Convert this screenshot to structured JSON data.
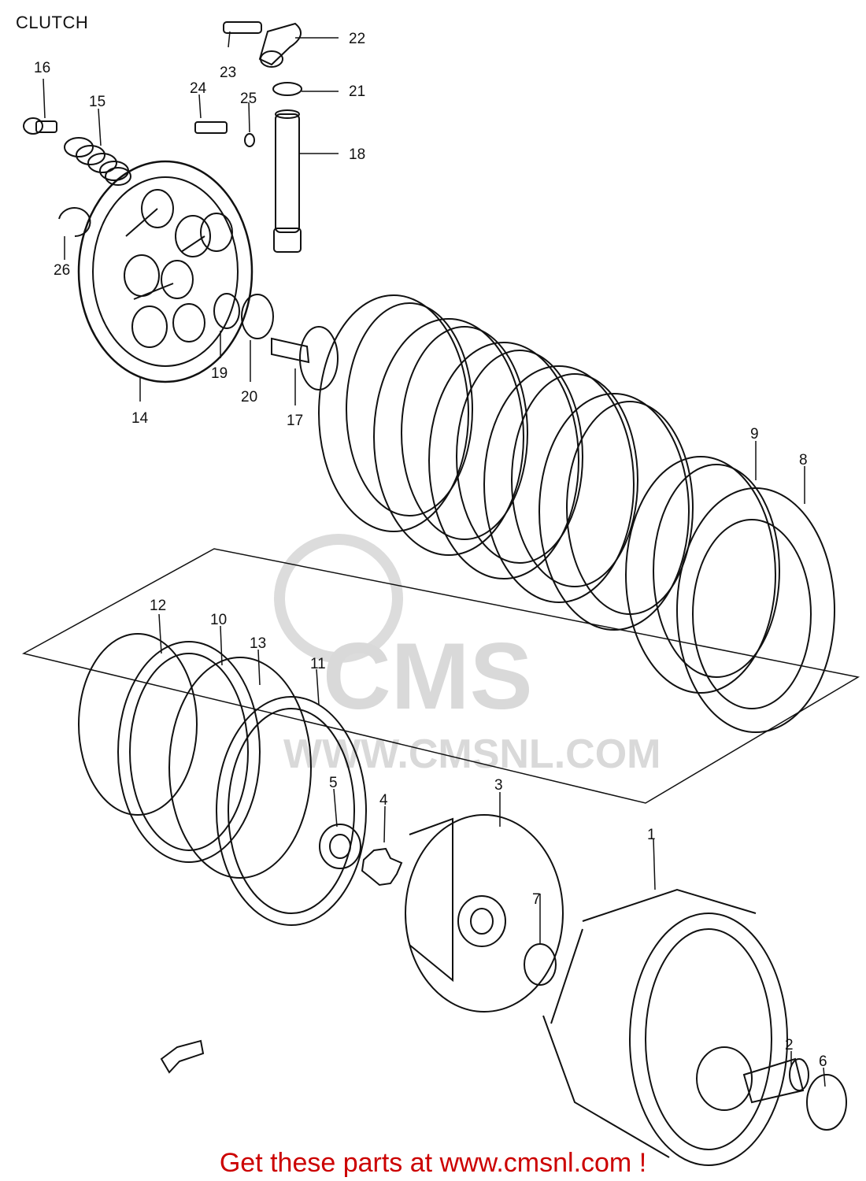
{
  "header": {
    "title": "CLUTCH"
  },
  "watermark": {
    "brand": "CMS",
    "url": "WWW.CMSNL.COM"
  },
  "callouts": [
    "1",
    "2",
    "3",
    "4",
    "5",
    "6",
    "7",
    "8",
    "9",
    "10",
    "11",
    "12",
    "13",
    "14",
    "15",
    "16",
    "17",
    "18",
    "19",
    "20",
    "21",
    "22",
    "23",
    "24",
    "25",
    "26"
  ],
  "footer": {
    "text": "Get these parts at www.cmsnl.com !"
  },
  "colors": {
    "line": "#111111",
    "watermark": "#d9d9d9",
    "footer": "#cc0000"
  }
}
